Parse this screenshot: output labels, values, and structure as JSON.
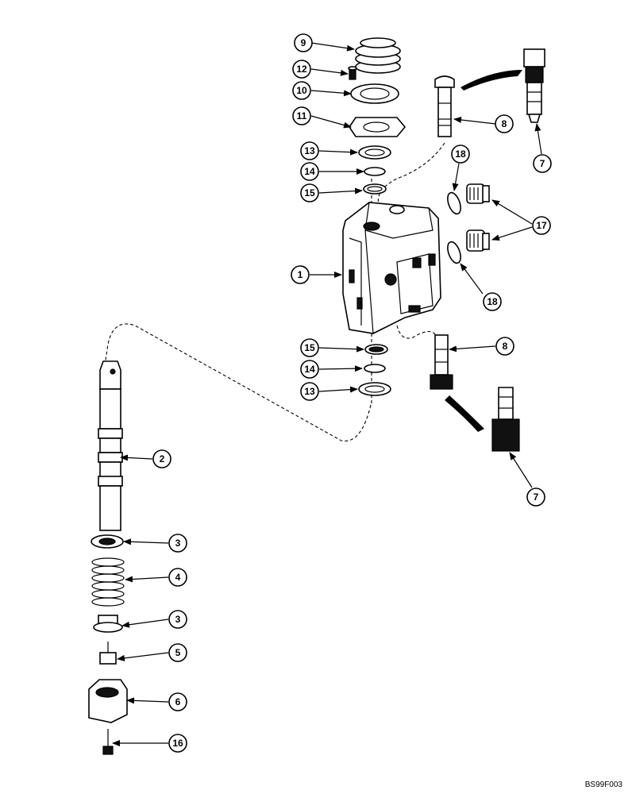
{
  "figure_code": "BS99F003",
  "callouts": [
    {
      "id": "c9",
      "label": "9"
    },
    {
      "id": "c12",
      "label": "12"
    },
    {
      "id": "c10",
      "label": "10"
    },
    {
      "id": "c11",
      "label": "11"
    },
    {
      "id": "c13a",
      "label": "13"
    },
    {
      "id": "c14a",
      "label": "14"
    },
    {
      "id": "c15a",
      "label": "15"
    },
    {
      "id": "c1",
      "label": "1"
    },
    {
      "id": "c15b",
      "label": "15"
    },
    {
      "id": "c14b",
      "label": "14"
    },
    {
      "id": "c13b",
      "label": "13"
    },
    {
      "id": "c8a",
      "label": "8"
    },
    {
      "id": "c7a",
      "label": "7"
    },
    {
      "id": "c18a",
      "label": "18"
    },
    {
      "id": "c17",
      "label": "17"
    },
    {
      "id": "c18b",
      "label": "18"
    },
    {
      "id": "c8b",
      "label": "8"
    },
    {
      "id": "c7b",
      "label": "7"
    },
    {
      "id": "c2",
      "label": "2"
    },
    {
      "id": "c3a",
      "label": "3"
    },
    {
      "id": "c4",
      "label": "4"
    },
    {
      "id": "c3b",
      "label": "3"
    },
    {
      "id": "c5",
      "label": "5"
    },
    {
      "id": "c6",
      "label": "6"
    },
    {
      "id": "c16",
      "label": "16"
    }
  ]
}
